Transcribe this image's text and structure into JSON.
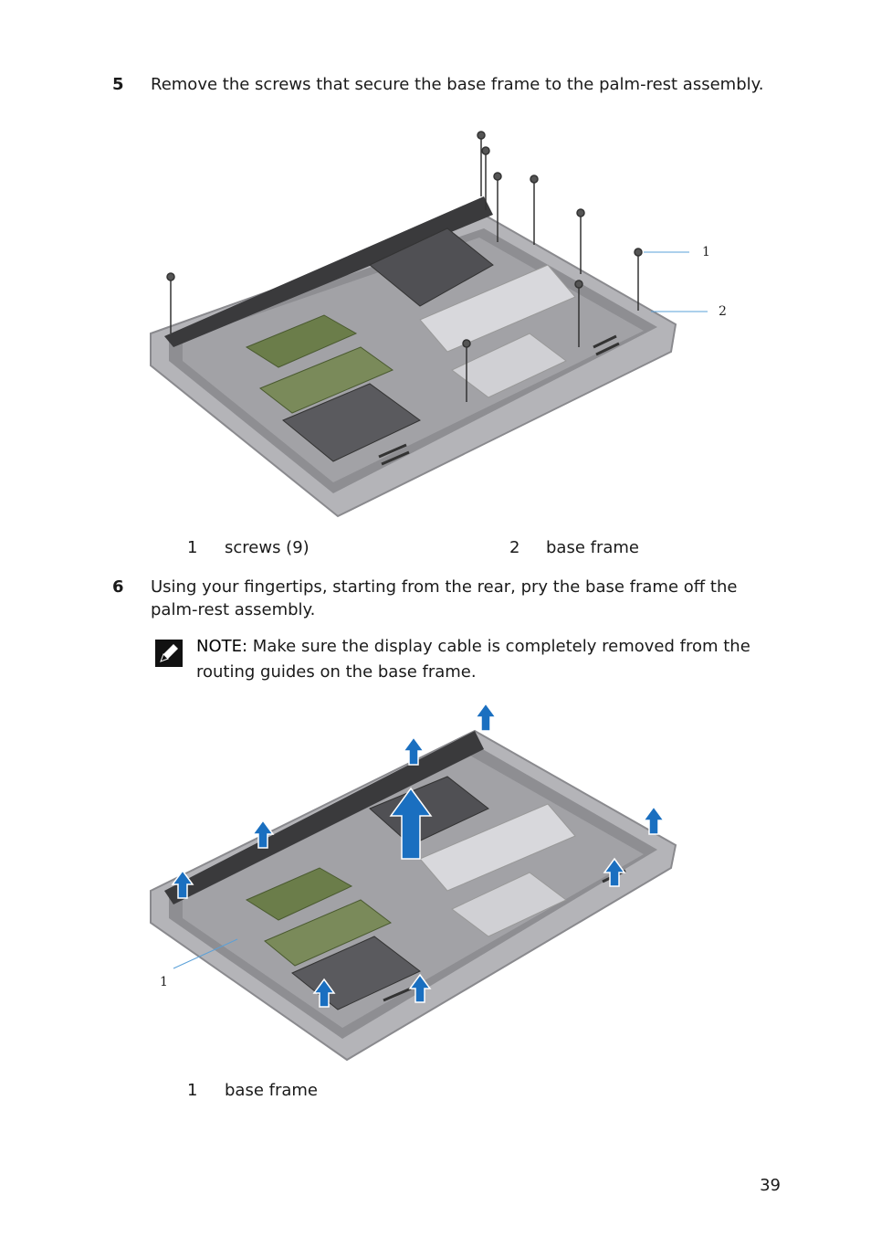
{
  "step5": {
    "number": "5",
    "text": "Remove the screws that secure the base frame to the palm-rest assembly."
  },
  "figure1": {
    "callouts": [
      "1",
      "2"
    ],
    "legend": [
      {
        "num": "1",
        "label": "screws (9)"
      },
      {
        "num": "2",
        "label": "base frame"
      }
    ]
  },
  "step6": {
    "number": "6",
    "text": "Using your fingertips, starting from the rear, pry the base frame off the palm-rest assembly."
  },
  "note": {
    "label": "NOTE:",
    "text": " Make sure the display cable is completely removed from the routing guides on the base frame.",
    "icon": "pencil-note-icon"
  },
  "figure2": {
    "callouts": [
      "1"
    ],
    "legend": [
      {
        "num": "1",
        "label": "base frame"
      }
    ]
  },
  "page": {
    "number": "39"
  },
  "colors": {
    "arrow": "#1a6fc0",
    "frame": "#a9a9ad",
    "text": "#1a1a1a"
  }
}
